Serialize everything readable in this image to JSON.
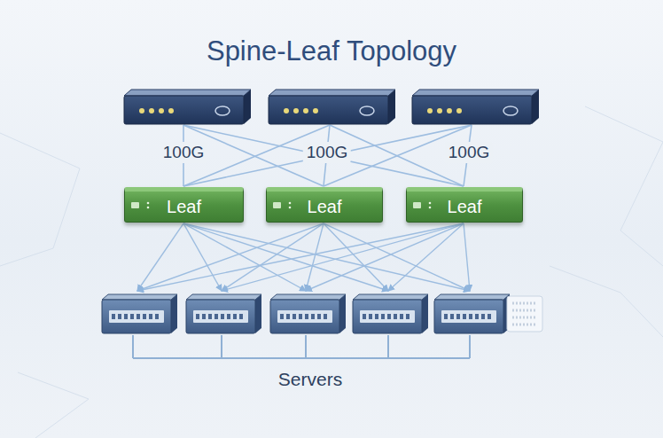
{
  "diagram": {
    "title": "Spine-Leaf Topology",
    "nodes": [
      {
        "text": [
          "Leaf"
        ]
      },
      {
        "text": [
          "Leaf"
        ]
      },
      {
        "text": [
          "Leaf"
        ]
      }
    ],
    "labels": [
      "100G",
      "100G",
      "100G",
      "Servers"
    ]
  }
}
